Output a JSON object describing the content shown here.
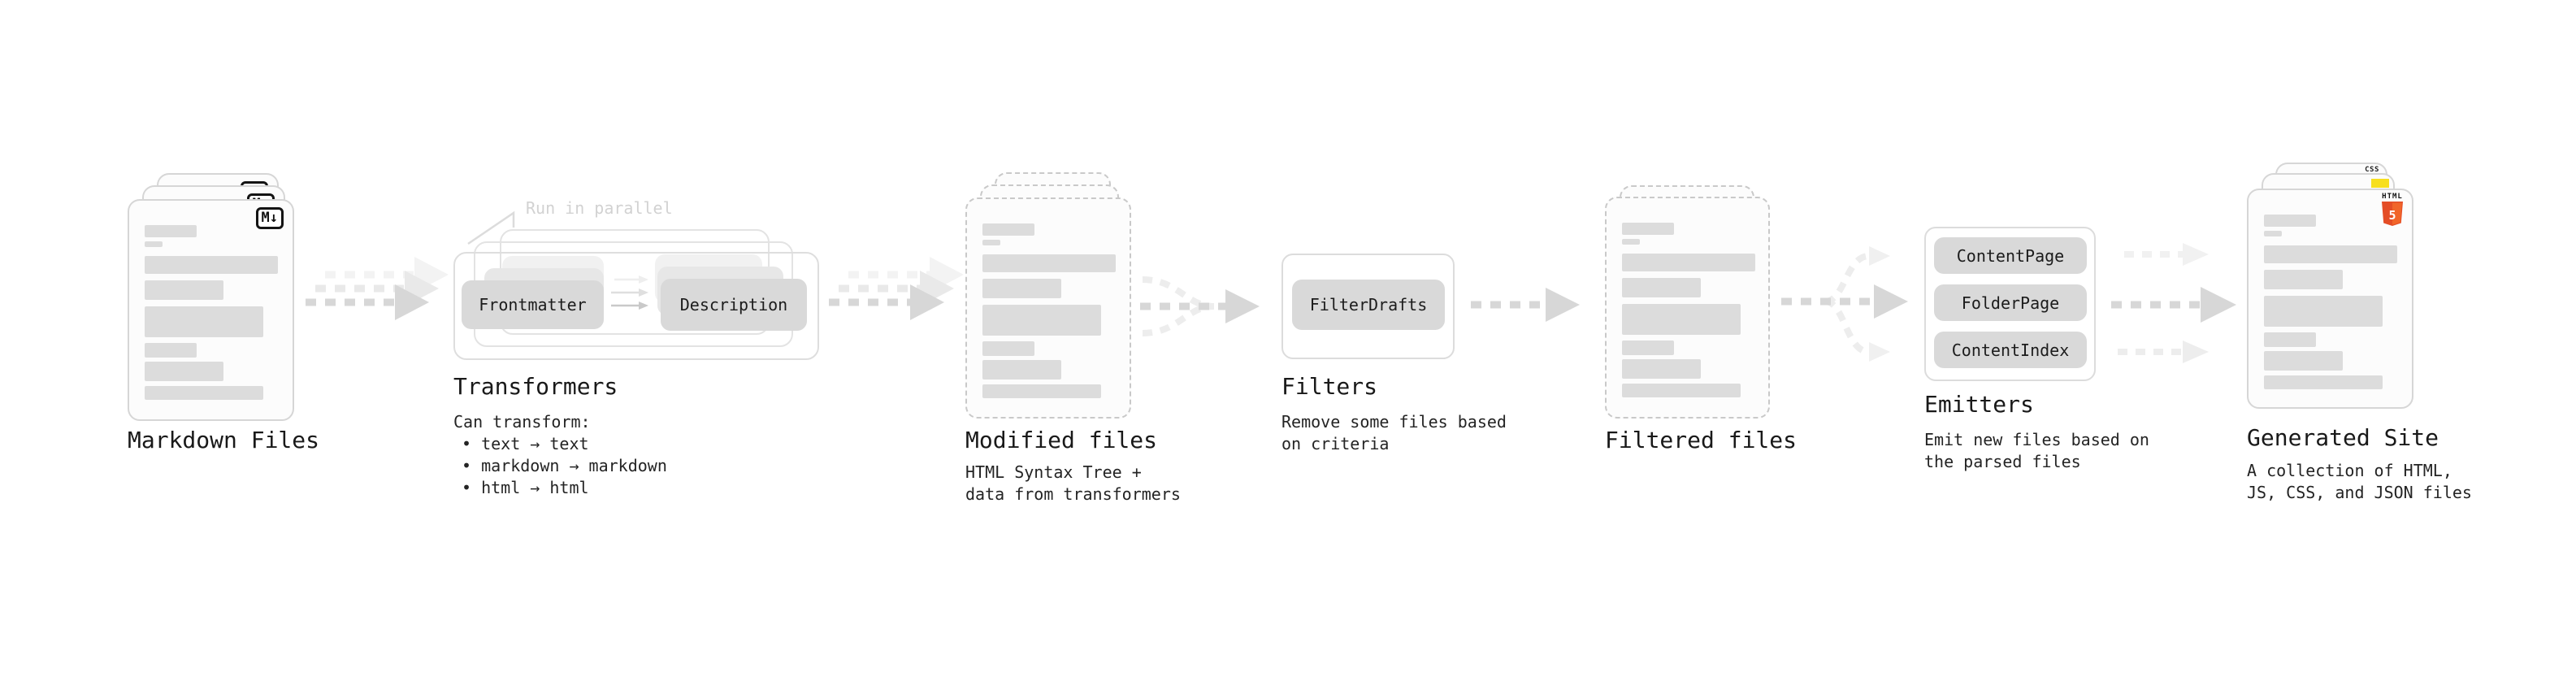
{
  "colors": {
    "html5_orange": "#e44d26",
    "html5_orange_light": "#f16529",
    "js_yellow": "#f7df1e",
    "css_blue": "#2965f1"
  },
  "stages": {
    "markdown_files": {
      "title": "Markdown Files",
      "badge": "M↓"
    },
    "transformers": {
      "title": "Transformers",
      "annotation": "Run in parallel",
      "pill_left": "Frontmatter",
      "pill_right": "Description",
      "desc_heading": "Can transform:",
      "bullets": [
        "• text → text",
        "• markdown → markdown",
        "• html → html"
      ]
    },
    "modified_files": {
      "title": "Modified files",
      "desc_line1": "HTML Syntax Tree +",
      "desc_line2": "data from transformers"
    },
    "filters": {
      "title": "Filters",
      "pill": "FilterDrafts",
      "desc_line1": "Remove some files based",
      "desc_line2": "on criteria"
    },
    "filtered_files": {
      "title": "Filtered files"
    },
    "emitters": {
      "title": "Emitters",
      "pills": [
        "ContentPage",
        "FolderPage",
        "ContentIndex"
      ],
      "desc_line1": "Emit new files based on",
      "desc_line2": "the parsed files"
    },
    "generated_site": {
      "title": "Generated Site",
      "desc_line1": "A collection of HTML,",
      "desc_line2": "JS, CSS, and JSON files",
      "html5_label": "HTML",
      "html5_number": "5",
      "css_label": "CSS"
    }
  }
}
